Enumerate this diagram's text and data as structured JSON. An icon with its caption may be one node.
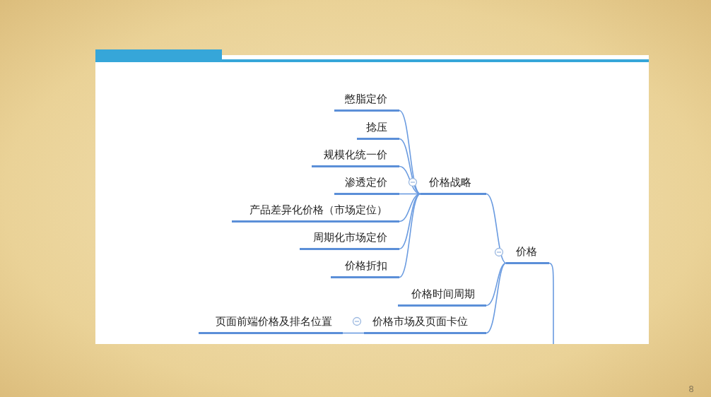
{
  "diagram": {
    "nodes": [
      {
        "text": [
          "憋脂定价"
        ]
      },
      {
        "text": [
          "捻压"
        ]
      },
      {
        "text": [
          "规模化统一价"
        ]
      },
      {
        "text": [
          "渗透定价"
        ]
      },
      {
        "text": [
          "价格战略"
        ]
      },
      {
        "text": [
          "产品差异化价格（市场定位）"
        ]
      },
      {
        "text": [
          "周期化市场定价"
        ]
      },
      {
        "text": [
          "价格折扣"
        ]
      },
      {
        "text": [
          "价格"
        ]
      },
      {
        "text": [
          "价格时间周期"
        ]
      },
      {
        "text": [
          "页面前端价格及排名位置"
        ]
      },
      {
        "text": [
          "价格市场及页面卡位"
        ]
      }
    ],
    "edges": [
      {
        "from": 4,
        "to": 0,
        "arrow": "none"
      },
      {
        "from": 4,
        "to": 1,
        "arrow": "none"
      },
      {
        "from": 4,
        "to": 2,
        "arrow": "none"
      },
      {
        "from": 4,
        "to": 3,
        "arrow": "none"
      },
      {
        "from": 4,
        "to": 5,
        "arrow": "none"
      },
      {
        "from": 4,
        "to": 6,
        "arrow": "none"
      },
      {
        "from": 4,
        "to": 7,
        "arrow": "none"
      },
      {
        "from": 8,
        "to": 4,
        "arrow": "none"
      },
      {
        "from": 8,
        "to": 9,
        "arrow": "none"
      },
      {
        "from": 8,
        "to": 11,
        "arrow": "none"
      },
      {
        "from": 11,
        "to": 10,
        "arrow": "none"
      },
      {
        "from": 8,
        "to": null,
        "arrow": "none"
      }
    ],
    "labels": [
      "8"
    ]
  }
}
